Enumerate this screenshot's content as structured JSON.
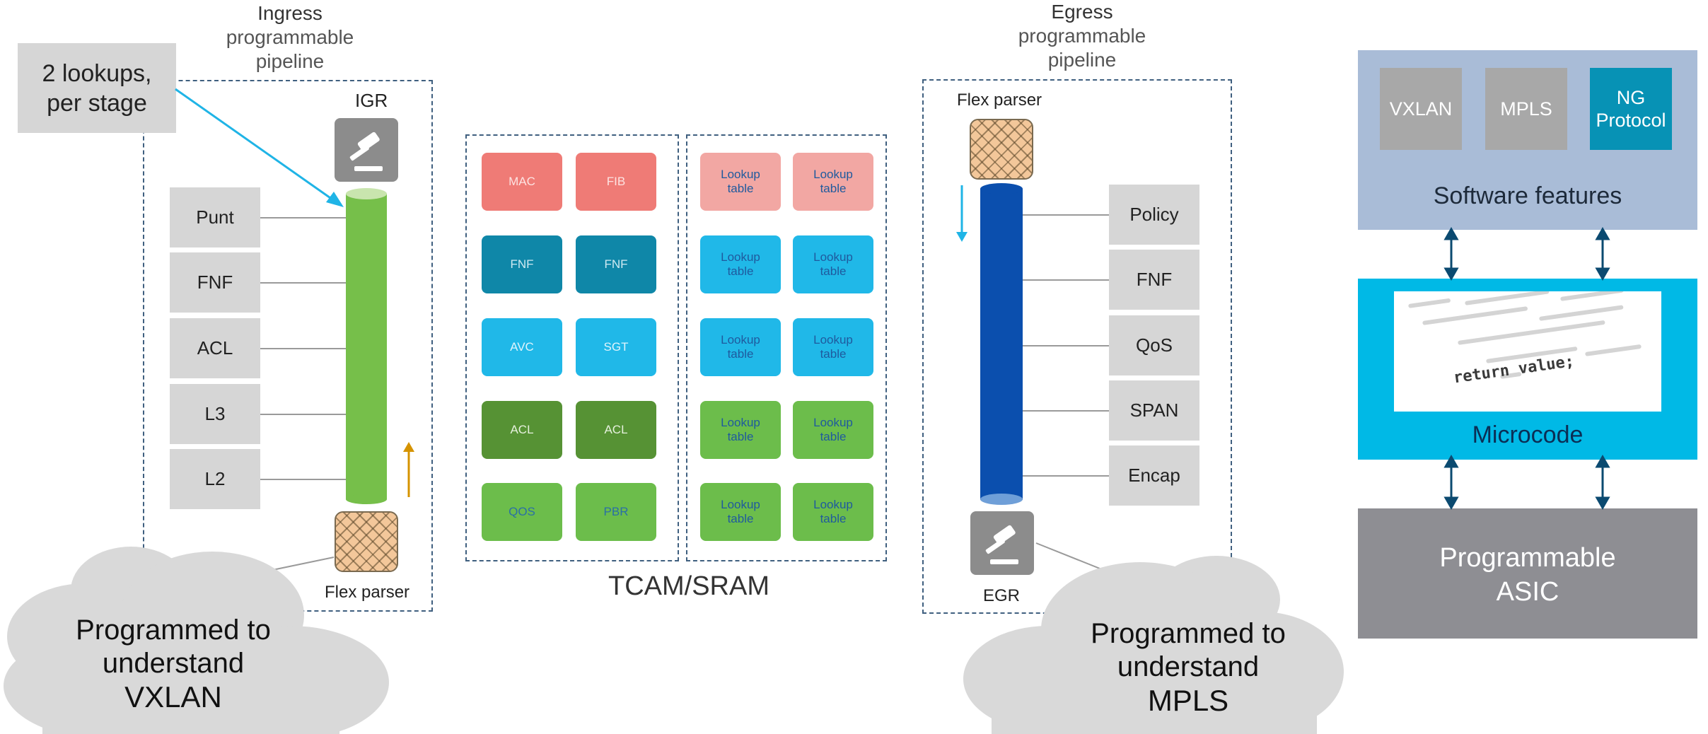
{
  "ingress": {
    "title": "Ingress",
    "subtitle1": "programmable",
    "subtitle2": "pipeline",
    "igr_label": "IGR",
    "callout": "2 lookups,\nper stage",
    "stages": [
      "Punt",
      "FNF",
      "ACL",
      "L3",
      "L2"
    ],
    "parser_label": "Flex parser",
    "cloud_line1": "Programmed to",
    "cloud_line2": "understand",
    "cloud_line3": "VXLAN"
  },
  "tcam": {
    "label": "TCAM/SRAM",
    "left_tiles": [
      [
        "MAC",
        "FIB"
      ],
      [
        "FNF",
        "FNF"
      ],
      [
        "AVC",
        "SGT"
      ],
      [
        "ACL",
        "ACL"
      ],
      [
        "QOS",
        "PBR"
      ]
    ],
    "right_tile_label": "Lookup\ntable"
  },
  "egress": {
    "title": "Egress",
    "subtitle1": "programmable",
    "subtitle2": "pipeline",
    "parser_label": "Flex parser",
    "stages": [
      "Policy",
      "FNF",
      "QoS",
      "SPAN",
      "Encap"
    ],
    "egr_label": "EGR",
    "cloud_line1": "Programmed to",
    "cloud_line2": "understand",
    "cloud_line3": "MPLS"
  },
  "stack": {
    "features": [
      "VXLAN",
      "MPLS",
      "NG\nProtocol"
    ],
    "software_label": "Software features",
    "microcode_label": "Microcode",
    "code_lines": [
      "    return value;"
    ],
    "asic_label": "Programmable\nASIC"
  },
  "colors": {
    "dash": "#3f5f7f",
    "green_pipe": "#76bf4a",
    "blue_pipe": "#0b4fae",
    "salmon": "#ef7b76",
    "teal": "#0f87a8",
    "cyan": "#20b8e8",
    "dark_green": "#569234",
    "light_green": "#6cbd4b",
    "pink": "#f2a7a3",
    "software_bg": "#a9bcd7",
    "microcode_bg": "#00b9e6",
    "asic_bg": "#8e8e93",
    "ng_protocol": "#0792b5"
  }
}
